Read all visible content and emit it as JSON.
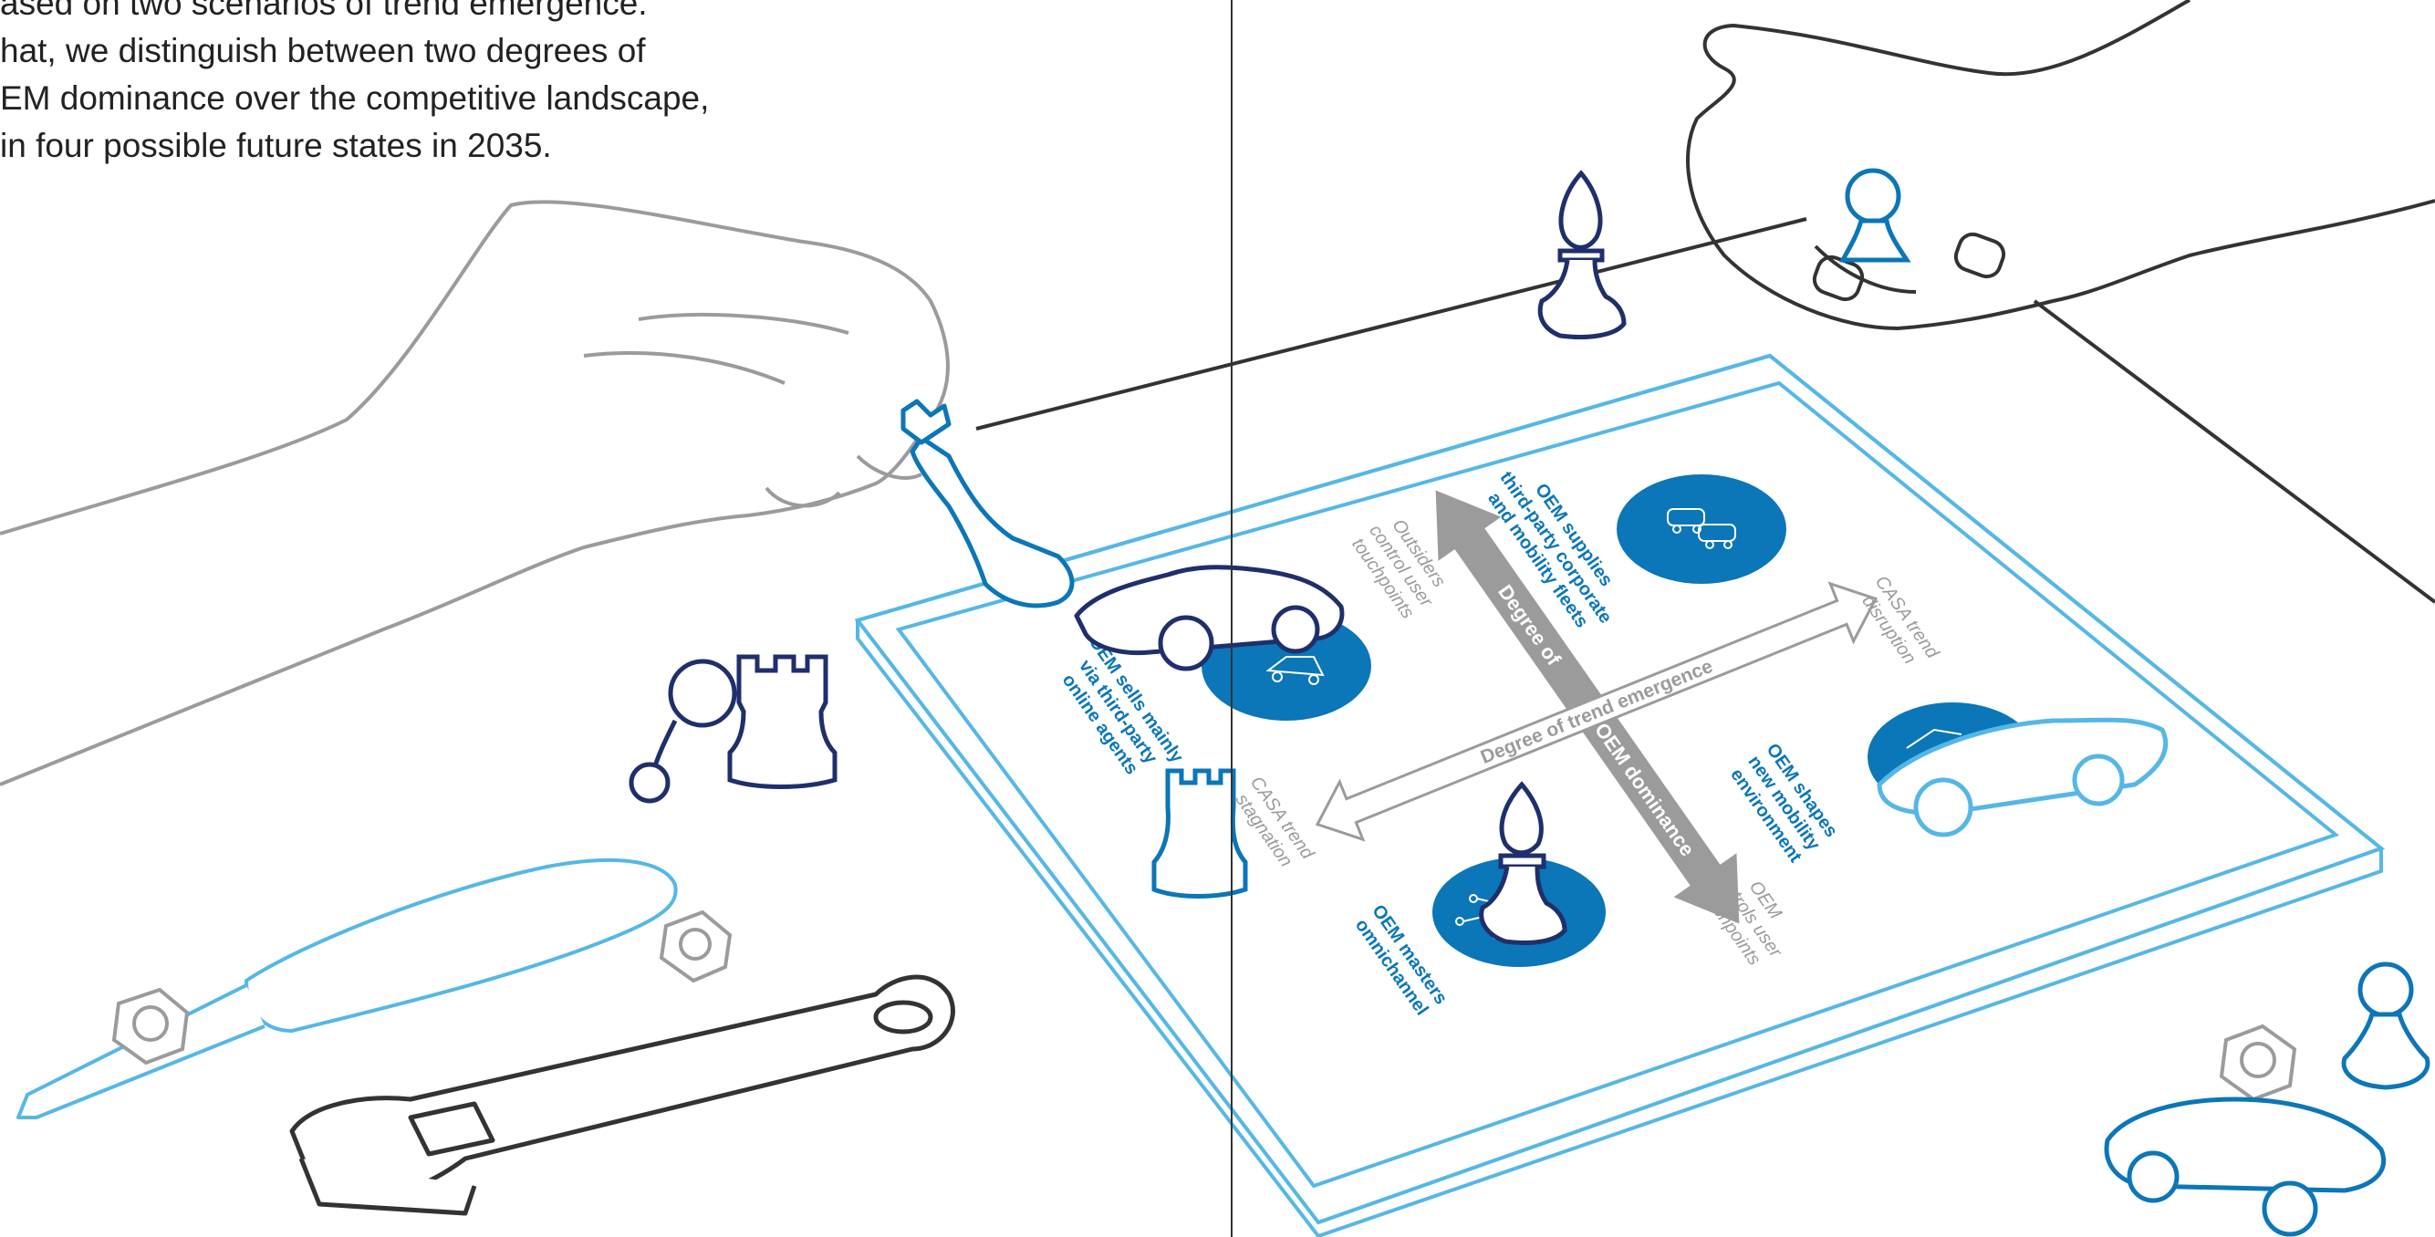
{
  "intro": {
    "lines": [
      "ased on two scenarios of trend emergence.",
      "hat, we distinguish between two degrees of",
      "EM dominance over the competitive landscape,",
      "in four possible future states in 2035."
    ]
  },
  "board": {
    "axis_vertical": "Degree of OEM dominance",
    "axis_vertical_top": "Degree of",
    "axis_vertical_bottom": "OEM dominance",
    "axis_horizontal": "Degree of trend emergence",
    "top_label": [
      "Outsiders",
      "control user",
      "touchpoints"
    ],
    "bottom_label": [
      "OEM",
      "controls user",
      "touchpoints"
    ],
    "left_label": [
      "CASA trend",
      "stagnation"
    ],
    "right_label": [
      "CASA trend",
      "disruption"
    ],
    "quadrant_top": [
      "OEM supplies",
      "third-party corporate",
      "and mobility fleets"
    ],
    "quadrant_left": [
      "OEM sells mainly",
      "via third-party",
      "online agents"
    ],
    "quadrant_right": [
      "OEM shapes",
      "new mobility",
      "environment"
    ],
    "quadrant_bottom": [
      "OEM masters",
      "omnichannel"
    ]
  },
  "colors": {
    "accent_blue": "#0b76b8",
    "light_blue": "#55b7e6",
    "navy": "#1f2f6b",
    "gray": "#9b9b9b",
    "text_dark": "#222222"
  },
  "icons": [
    "hand-left-icon",
    "hand-right-icon",
    "queen-piece-icon",
    "rook-piece-icon",
    "bishop-piece-icon",
    "pawn-piece-icon",
    "car-icon",
    "screwdriver-icon",
    "wrench-icon",
    "nut-icon"
  ]
}
